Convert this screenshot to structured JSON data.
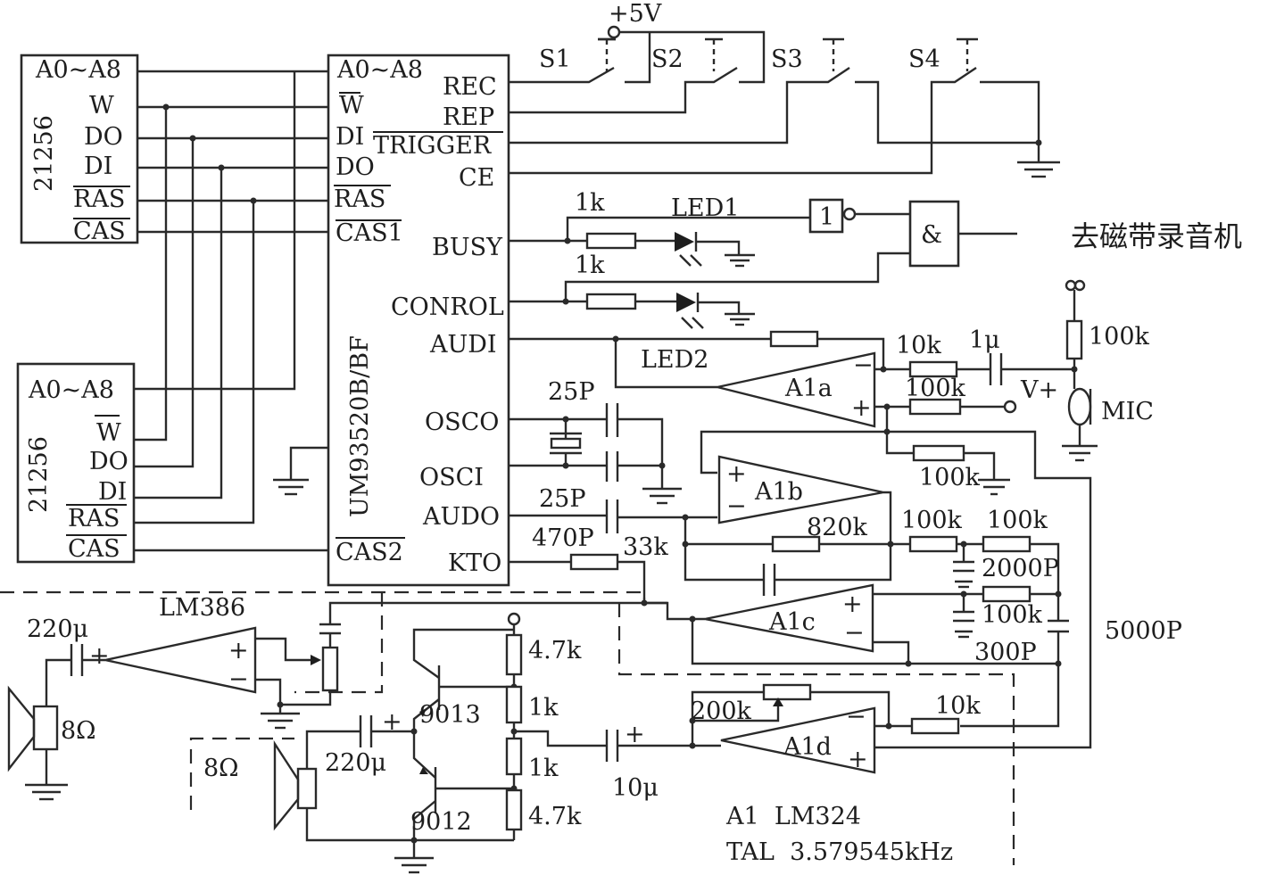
{
  "memory_chip_top": {
    "part": "21256",
    "pins": [
      "A0~A8",
      "W",
      "DO",
      "DI",
      "RAS",
      "CAS"
    ]
  },
  "memory_chip_bottom": {
    "part": "21256",
    "pins": [
      "A0~A8",
      "W",
      "DO",
      "DI",
      "RAS",
      "CAS"
    ]
  },
  "controller": {
    "part": "UM93520B/BF",
    "left_pins": [
      "A0~A8",
      "W",
      "DI",
      "DO",
      "RAS",
      "CAS1",
      "CAS2"
    ],
    "right_pins": [
      "REC",
      "REP",
      "TRIGGER",
      "CE",
      "BUSY",
      "CONROL",
      "AUDI",
      "OSCO",
      "OSCI",
      "AUDO",
      "KTO"
    ]
  },
  "supply": {
    "label": "+5V"
  },
  "switches": [
    "S1",
    "S2",
    "S3",
    "S4"
  ],
  "led_section": {
    "r1": "1k",
    "r2": "1k",
    "led1": "LED1",
    "led2": "LED2",
    "inverter": "1",
    "and_gate": "&",
    "output_note": "去磁带录音机"
  },
  "mic_section": {
    "r_10k": "10k",
    "c_1u": "1μ",
    "r_100k_top": "100k",
    "r_100k_a": "100k",
    "v_plus": "V+",
    "mic": "MIC",
    "r_100k_b": "100k"
  },
  "oscillator": {
    "c1": "25P",
    "c2": "25P"
  },
  "opamps": {
    "a": "A1a",
    "b": "A1b",
    "c": "A1c",
    "d": "A1d",
    "plus": "+",
    "minus": "−"
  },
  "filter": {
    "c_470p": "470P",
    "r_33k": "33k",
    "r_820k": "820k",
    "r_100k_1": "100k",
    "r_100k_2": "100k",
    "c_2000p": "2000P",
    "r_100k_3": "100k",
    "c_300p": "300P",
    "c_5000p": "5000P"
  },
  "amp_lm386": {
    "part": "LM386",
    "c_out": "220μ",
    "speaker": "8Ω"
  },
  "amp_discrete": {
    "q1": "9013",
    "q2": "9012",
    "r_top": "4.7k",
    "r_mid1": "1k",
    "r_mid2": "1k",
    "r_bot": "4.7k",
    "c_out": "220μ",
    "speaker": "8Ω",
    "c_in": "10μ"
  },
  "a1d_section": {
    "pot": "200k",
    "r_10k": "10k"
  },
  "notes": [
    "A1  LM324",
    "TAL  3.579545kHz"
  ]
}
